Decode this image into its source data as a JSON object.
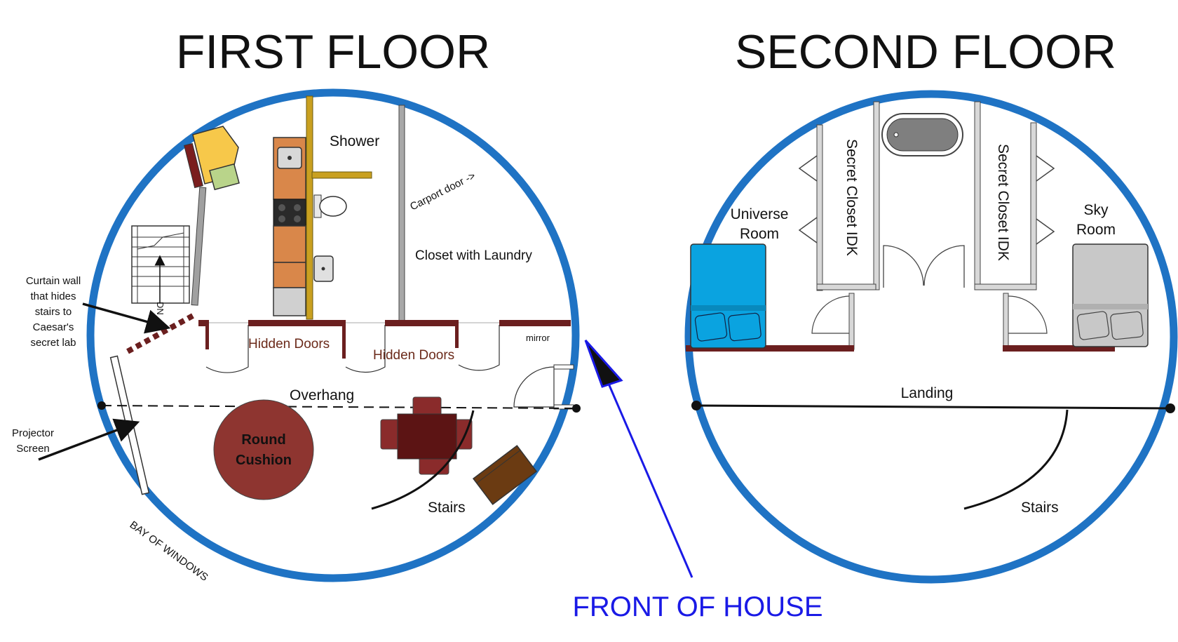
{
  "titles": {
    "first_floor": "FIRST FLOOR",
    "second_floor": "SECOND FLOOR"
  },
  "first_floor": {
    "shower": "Shower",
    "carport_door": "Carport door ->",
    "closet_laundry": "Closet with Laundry",
    "hidden_doors_1": "Hidden Doors",
    "hidden_doors_2": "Hidden Doors",
    "mirror": "mirror",
    "overhang": "Overhang",
    "round_cushion_line1": "Round",
    "round_cushion_line2": "Cushion",
    "stairs": "Stairs",
    "bay_of_windows": "BAY OF WINDOWS",
    "curtain_note": [
      "Curtain wall",
      "that hides",
      "stairs to",
      "Caesar's",
      "secret lab"
    ],
    "projector_note": [
      "Projector",
      "Screen"
    ],
    "stair_dn": "DN"
  },
  "second_floor": {
    "universe_room": [
      "Universe",
      "Room"
    ],
    "secret_closet_left": "Secret Closet IDK",
    "secret_closet_right": "Secret Closet IDK",
    "sky_room": [
      "Sky",
      "Room"
    ],
    "landing": "Landing",
    "stairs": "Stairs"
  },
  "front_of_house": "FRONT OF HOUSE",
  "colors": {
    "circle": "#1f73c4",
    "wall_brown": "#6b1f1f",
    "shower_wall": "#c9a020",
    "cushion": "#8e3530",
    "blue_bed": "#0aa3e0",
    "grey_bed": "#c8c8c8",
    "front_arrow": "#1a1ae6"
  }
}
